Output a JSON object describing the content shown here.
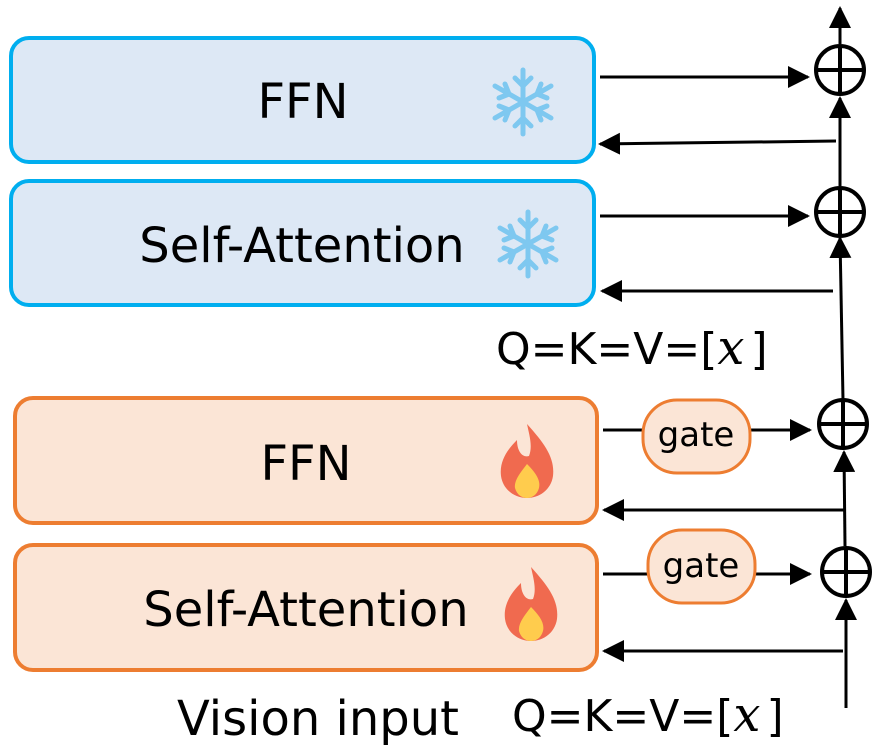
{
  "frozen_blocks": {
    "ffn_label": "FFN",
    "self_attention_label": "Self-Attention",
    "state_icon": "snowflake-icon",
    "border_color": "#00AEEF",
    "fill_color": "#DDE8F5",
    "icon_color": "#7EC8F0"
  },
  "trainable_blocks": {
    "ffn_label": "FFN",
    "self_attention_label": "Self-Attention",
    "state_icon": "fire-icon",
    "border_color": "#ED7D31",
    "fill_color": "#FBE5D6",
    "icon_color": "#F06A4F"
  },
  "gates": {
    "label": "gate"
  },
  "qkv": {
    "text_prefix": "Q=K=V=[",
    "variable": "x",
    "text_suffix": "]"
  },
  "caption": "Vision input",
  "adder_icon": "circle-plus-icon"
}
